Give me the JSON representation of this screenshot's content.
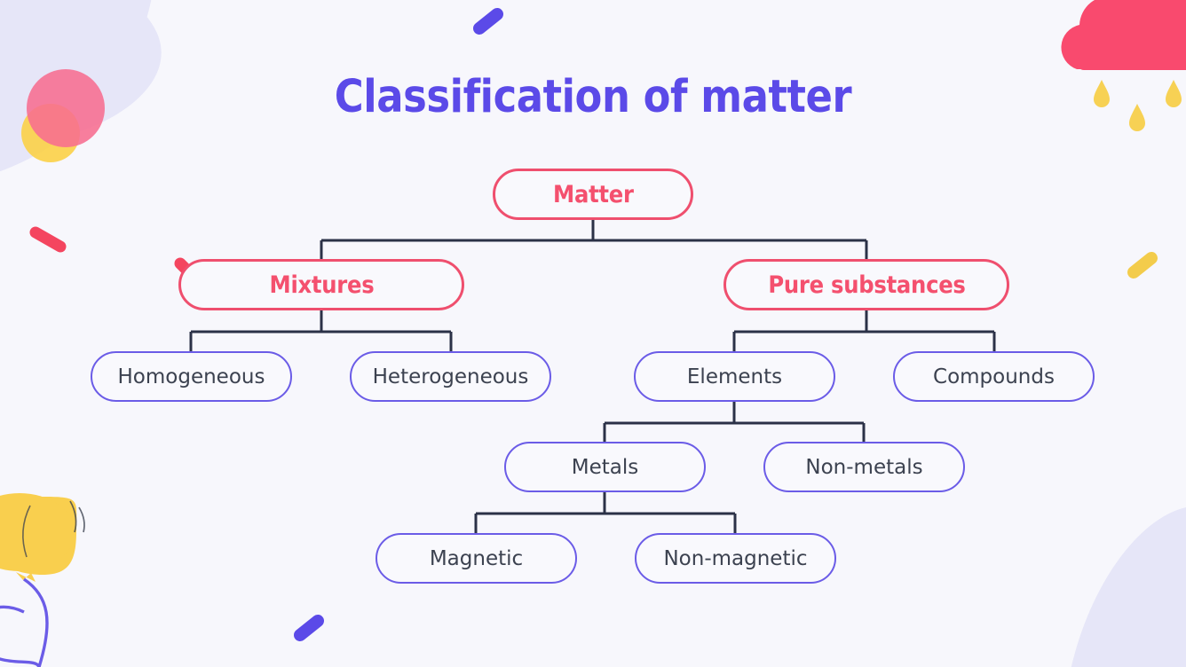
{
  "slide": {
    "title": "Classification of matter",
    "background_color": "#f7f7fc",
    "colors": {
      "title_purple": "#5b4ae8",
      "node_pink_border": "#ef4f6e",
      "node_pink_text": "#f4506e",
      "node_purple_border": "#6b5ce7",
      "leaf_text": "#3c4250",
      "connector_navy": "#2b3147",
      "blob_lavender": "#e4e4f7",
      "circle_pink": "#f56a8c",
      "circle_yellow": "#fbd14b",
      "cloud_pink": "#f94a6e",
      "raindrop_yellow": "#f7d154",
      "balloon_yellow": "#f9cf4e",
      "dash_purple": "#5b4ae8",
      "dash_pink": "#f4455f",
      "dash_yellow": "#f3cc4b"
    }
  },
  "diagram": {
    "type": "tree",
    "levels": [
      {
        "level": 1,
        "nodes": [
          "Matter"
        ]
      },
      {
        "level": 2,
        "nodes": [
          "Mixtures",
          "Pure substances"
        ]
      },
      {
        "level": 3,
        "nodes": [
          "Homogeneous",
          "Heterogeneous",
          "Elements",
          "Compounds"
        ]
      },
      {
        "level": 4,
        "nodes": [
          "Metals",
          "Non-metals"
        ]
      },
      {
        "level": 5,
        "nodes": [
          "Magnetic",
          "Non-magnetic"
        ]
      }
    ],
    "nodes": {
      "matter": "Matter",
      "mixtures": "Mixtures",
      "pure_substances": "Pure substances",
      "homogeneous": "Homogeneous",
      "heterogeneous": "Heterogeneous",
      "elements": "Elements",
      "compounds": "Compounds",
      "metals": "Metals",
      "non_metals": "Non-metals",
      "magnetic": "Magnetic",
      "non_magnetic": "Non-magnetic"
    },
    "edges": [
      {
        "from": "Matter",
        "to": "Mixtures"
      },
      {
        "from": "Matter",
        "to": "Pure substances"
      },
      {
        "from": "Mixtures",
        "to": "Homogeneous"
      },
      {
        "from": "Mixtures",
        "to": "Heterogeneous"
      },
      {
        "from": "Pure substances",
        "to": "Elements"
      },
      {
        "from": "Pure substances",
        "to": "Compounds"
      },
      {
        "from": "Elements",
        "to": "Metals"
      },
      {
        "from": "Elements",
        "to": "Non-metals"
      },
      {
        "from": "Metals",
        "to": "Magnetic"
      },
      {
        "from": "Metals",
        "to": "Non-magnetic"
      }
    ]
  },
  "decorations": [
    {
      "name": "lavender-blob-top-left",
      "shape": "blob"
    },
    {
      "name": "pink-circle-top-left",
      "shape": "circle"
    },
    {
      "name": "yellow-circle-top-left",
      "shape": "circle"
    },
    {
      "name": "pink-dash-left",
      "shape": "dash"
    },
    {
      "name": "pink-dash-left-lower",
      "shape": "dash"
    },
    {
      "name": "purple-dash-top",
      "shape": "dash"
    },
    {
      "name": "purple-dash-bottom",
      "shape": "dash"
    },
    {
      "name": "yellow-dash-right",
      "shape": "dash"
    },
    {
      "name": "pink-cloud-top-right",
      "shape": "cloud"
    },
    {
      "name": "yellow-raindrops",
      "shape": "drops"
    },
    {
      "name": "yellow-balloon-bottom-left",
      "shape": "balloon"
    },
    {
      "name": "lavender-blob-bottom-right",
      "shape": "blob"
    }
  ]
}
